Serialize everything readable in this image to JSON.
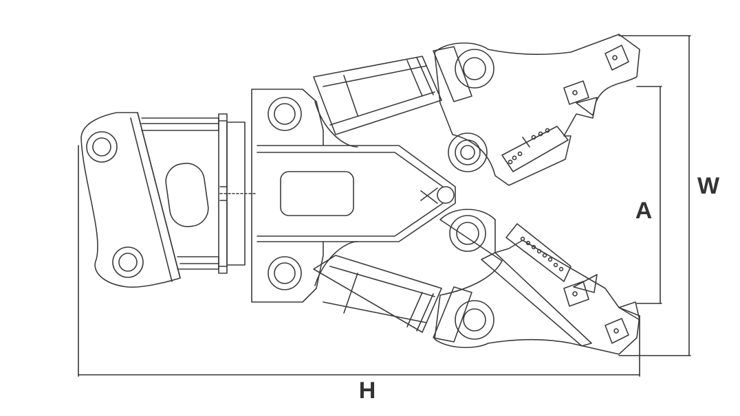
{
  "diagram": {
    "dimensions": {
      "width_label": "W",
      "opening_label": "A",
      "length_label": "H"
    },
    "colors": {
      "line": "#333333",
      "background": "#ffffff"
    }
  }
}
